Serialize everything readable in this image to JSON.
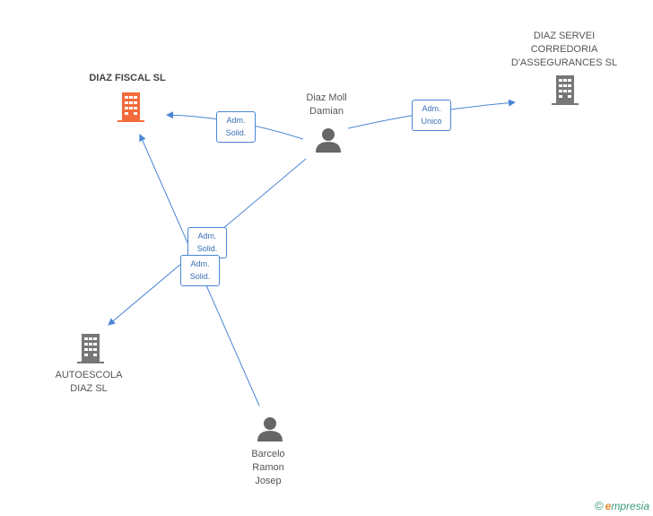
{
  "colors": {
    "edge": "#4a86d4",
    "company_main": "#f26b3a",
    "company": "#777777",
    "person": "#666666"
  },
  "nodes": {
    "diaz_fiscal": {
      "label": "DIAZ FISCAL SL",
      "icon": "building-icon"
    },
    "diaz_servei": {
      "line1": "DIAZ SERVEI",
      "line2": "CORREDORIA",
      "line3": "D'ASSEGURANCES SL",
      "icon": "building-icon"
    },
    "autoescola": {
      "line1": "AUTOESCOLA",
      "line2": "DIAZ SL",
      "icon": "building-icon"
    },
    "diaz_moll": {
      "line1": "Diaz Moll",
      "line2": "Damian",
      "icon": "person-icon"
    },
    "barcelo": {
      "line1": "Barcelo",
      "line2": "Ramon",
      "line3": "Josep",
      "icon": "person-icon"
    }
  },
  "edges": [
    {
      "from": "Diaz Moll Damian",
      "to": "DIAZ FISCAL SL",
      "label": "Adm.\nSolid."
    },
    {
      "from": "Diaz Moll Damian",
      "to": "DIAZ SERVEI CORREDORIA D'ASSEGURANCES SL",
      "label": "Adm.\nUnico"
    },
    {
      "from": "Diaz Moll Damian",
      "to": "AUTOESCOLA DIAZ SL",
      "label": "Adm.\nSolid."
    },
    {
      "from": "Barcelo Ramon Josep",
      "to": "DIAZ FISCAL SL",
      "label": "Adm.\nSolid."
    }
  ],
  "footer": {
    "copyright": "©",
    "brand_e": "e",
    "brand_rest": "mpresia"
  }
}
